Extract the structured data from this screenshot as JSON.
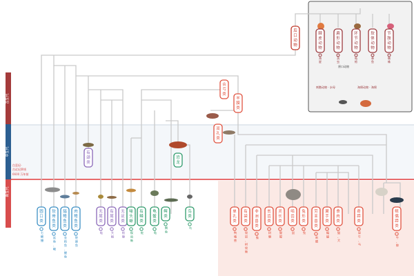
{
  "timeline": {
    "eras": [
      "古生代",
      "中生代",
      "新生代"
    ],
    "boundary_lines": [
      "白垩纪-",
      "古近纪界线",
      "6600 万年前"
    ]
  },
  "stem_groups": {
    "deuterostome": "后口动物",
    "jawed": "有颌类",
    "synapsid": "合弓类",
    "amniote": "羊膜类",
    "diapsid": "双孔类",
    "dinosaur": "恐龙"
  },
  "inset_groups": [
    {
      "label": "棘皮动物",
      "example": "海星"
    },
    {
      "label": "扁形动物",
      "example": "涡虫"
    },
    {
      "label": "环节动物",
      "example": "蚯蚓"
    },
    {
      "label": "软体动物",
      "example": "章鱼"
    },
    {
      "label": "节肢动物",
      "example": "蜘蛛"
    },
    {
      "label": "刺胞动物",
      "example": "水母"
    },
    {
      "label": "海绵动物",
      "example": "海绵"
    }
  ],
  "inset_note": "原口动物",
  "fish_groups": [
    {
      "label": "圆口类",
      "example": "七鳃鳗"
    },
    {
      "label": "软骨鱼类",
      "example": "鲨鱼、鳐"
    },
    {
      "label": "辐鳍鱼类",
      "example": "金枪鱼、鲤鱼"
    },
    {
      "label": "肉鳍鱼类",
      "example": "腔棘鱼"
    }
  ],
  "amphibian_groups": [
    {
      "label": "无尾类",
      "example": "蛙"
    },
    {
      "label": "有尾类",
      "example": "大鲵"
    },
    {
      "label": "无足类",
      "example": "蚓螈"
    }
  ],
  "reptile_groups": [
    {
      "label": "喙头蜥",
      "example": "楔齿蜥"
    },
    {
      "label": "有鳞类",
      "example": "蛇"
    },
    {
      "label": "龟鳖类",
      "example": "龟"
    },
    {
      "label": "鳄类",
      "example": "鳄鱼"
    }
  ],
  "bird_group": {
    "label": "鸟类",
    "example": "鸟"
  },
  "mammal_groups": [
    {
      "label": "单孔类",
      "example": "鸭嘴兽"
    },
    {
      "label": "有袋类",
      "example": "袋鼠、树袋熊"
    },
    {
      "label": "非洲兽类",
      "example": "象"
    },
    {
      "label": "贫齿类",
      "example": "树懒"
    },
    {
      "label": "灵长类",
      "example": "猩猩"
    },
    {
      "label": "啮齿类",
      "example": "鼠"
    },
    {
      "label": "兔形类",
      "example": "兔"
    },
    {
      "label": "劳亚兽类",
      "example": "刺猬"
    },
    {
      "label": "翼手类",
      "example": "蝙蝠"
    },
    {
      "label": "食肉类",
      "example": "猫、犬"
    },
    {
      "label": "奇蹄类",
      "example": "犀牛、马"
    },
    {
      "label": "鲸偶蹄类",
      "example": "牛、鲸"
    }
  ],
  "colors": {
    "inset": "#9b3a3e",
    "deuterostome": "#c0392b",
    "fish": "#3b8fc4",
    "amphibian": "#8a67b8",
    "reptile": "#2e9a6b",
    "bird": "#2e9a6b",
    "mammal": "#e0523f",
    "tree_line": "#c9c9c9",
    "paleozoic": "#a43b3b",
    "mesozoic": "#2c5f91",
    "cenozoic": "#d84d4d",
    "boundary": "#e23c3c"
  }
}
